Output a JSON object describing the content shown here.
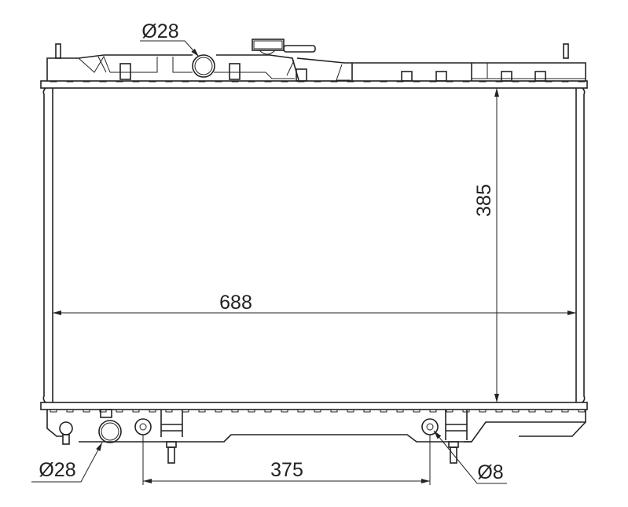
{
  "drawing": {
    "width_label": "688",
    "height_label": "385",
    "mount_spacing_label": "375",
    "top_inlet_label": "Ø28",
    "bottom_outlet_label": "Ø28",
    "mount_hole_label": "Ø8"
  }
}
